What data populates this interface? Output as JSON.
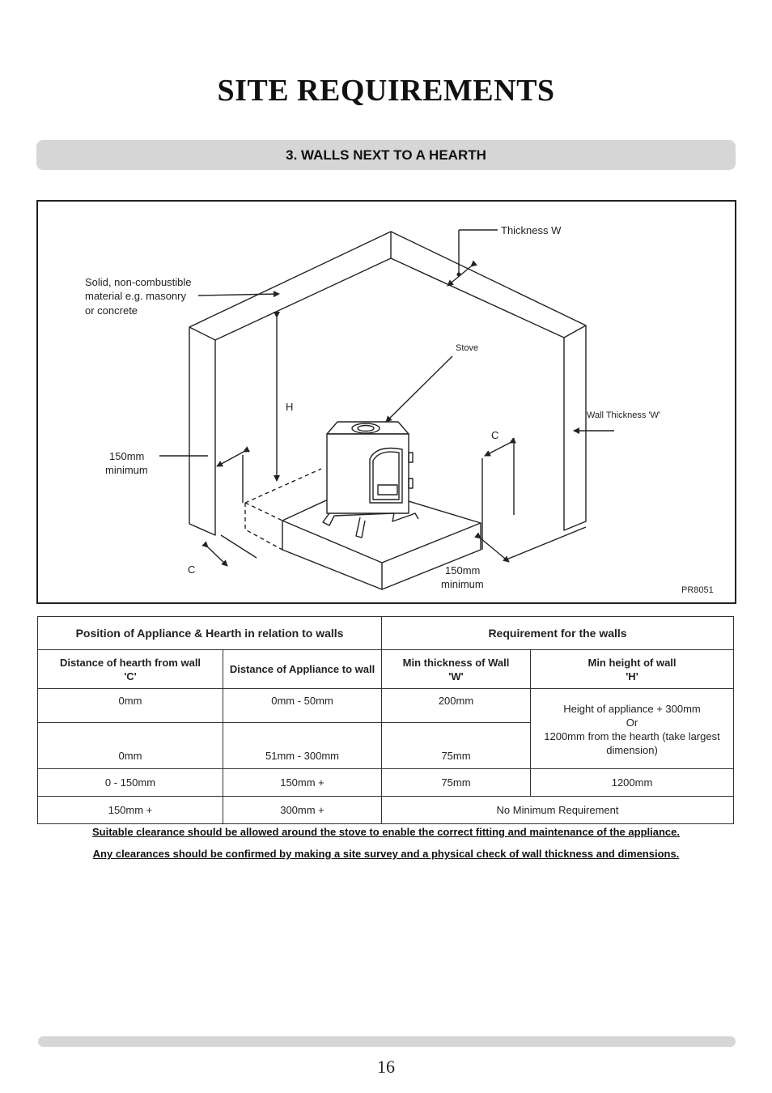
{
  "page": {
    "title": "SITE REQUIREMENTS",
    "section_title": "3. WALLS NEXT TO A HEARTH",
    "page_number": "16"
  },
  "diagram": {
    "labels": {
      "thickness_w": "Thickness W",
      "material_line1": "Solid, non-combustible",
      "material_line2": "material e.g. masonry",
      "material_line3": "or concrete",
      "stove": "Stove",
      "height_h": "H",
      "wall_thickness": "Wall Thickness 'W'",
      "clearance_c_right": "C",
      "clearance_c_left": "C",
      "min_left_line1": "150mm",
      "min_left_line2": "minimum",
      "min_right_line1": "150mm",
      "min_right_line2": "minimum",
      "ref_code": "PR8051"
    }
  },
  "table": {
    "group_header_left": "Position of Appliance & Hearth in relation to walls",
    "group_header_right": "Requirement for the walls",
    "col1_line1": "Distance of hearth from wall",
    "col1_line2": "'C'",
    "col2": "Distance of Appliance to wall",
    "col3_line1": "Min thickness of Wall",
    "col3_line2": "'W'",
    "col4_line1": "Min height of wall",
    "col4_line2": "'H'",
    "rows": [
      {
        "hearth": "0mm",
        "appliance": "0mm - 50mm",
        "thickness": "200mm"
      },
      {
        "hearth": "0mm",
        "appliance": "51mm - 300mm",
        "thickness": "75mm"
      },
      {
        "hearth": "0 - 150mm",
        "appliance": "150mm +",
        "thickness": "75mm",
        "height": "1200mm"
      },
      {
        "hearth": "150mm +",
        "appliance": "300mm +",
        "requirement": "No Minimum Requirement"
      }
    ],
    "merged_height_line1": "Height of appliance + 300mm",
    "merged_height_line2": "Or",
    "merged_height_line3": "1200mm from the hearth (take largest dimension)"
  },
  "notes": {
    "note1": "Suitable clearance should be allowed around the stove to enable the correct fitting and maintenance of the appliance.",
    "note2": "Any clearances should be confirmed by making a site survey and a physical check of wall thickness and dimensions."
  },
  "colors": {
    "bar_grey": "#d6d6d6",
    "line": "#222222"
  }
}
